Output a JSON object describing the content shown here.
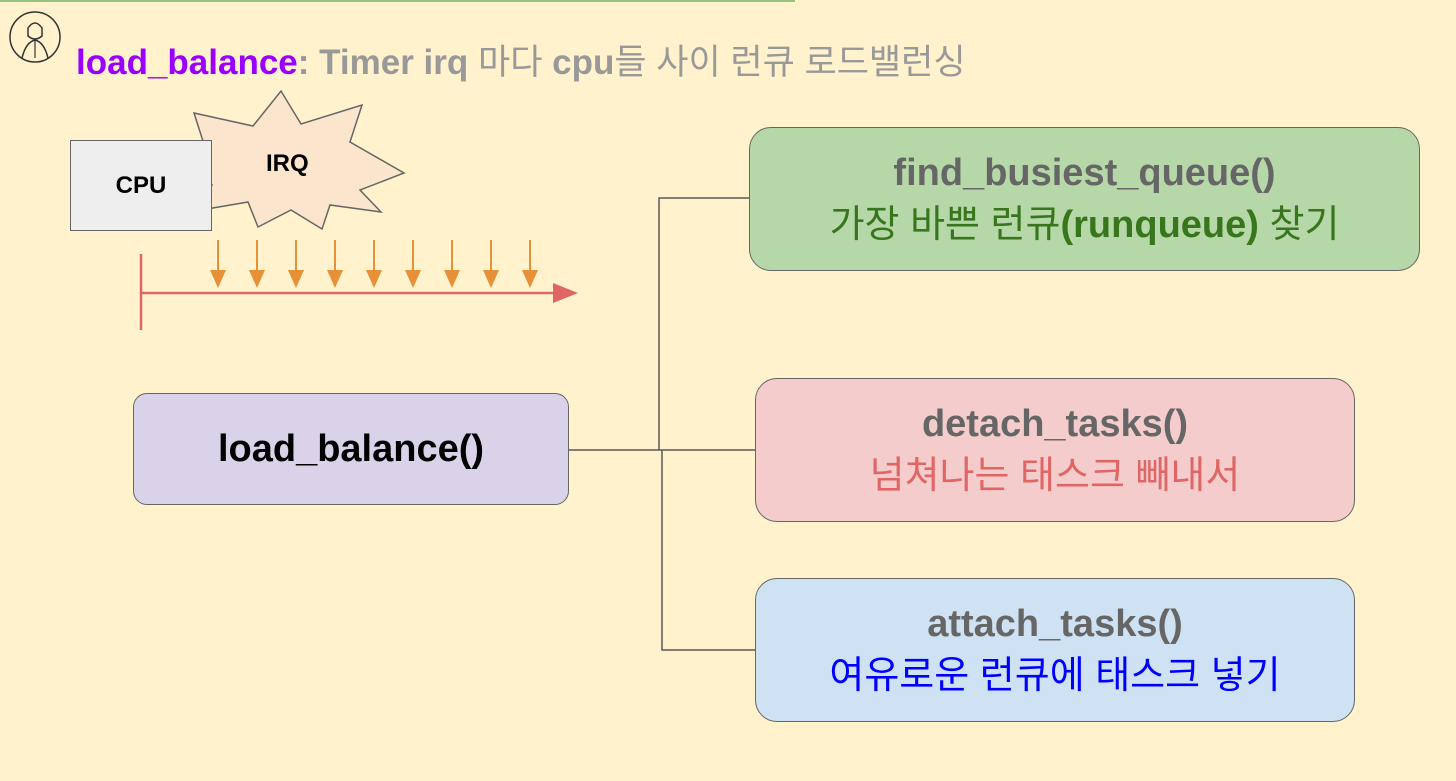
{
  "header": {
    "keyword": "load_balance",
    "colon": ":",
    "latin": " Timer irq ",
    "korean1": "마다",
    "latin2": " cpu",
    "korean2": "들 사이 런큐 로드밸런싱"
  },
  "cpu": {
    "label": "CPU"
  },
  "irq": {
    "label": "IRQ"
  },
  "timeline": {
    "tick_count": 9
  },
  "root": {
    "label": "load_balance()"
  },
  "nodes": {
    "find": {
      "fn": "find_busiest_queue()",
      "desc_pre": "가장 바쁜 런큐",
      "desc_bold": "(runqueue)",
      "desc_post": " 찾기"
    },
    "detach": {
      "fn": "detach_tasks()",
      "desc": "넘쳐나는 태스크 빼내서"
    },
    "attach": {
      "fn": "attach_tasks()",
      "desc": "여유로운 런큐에 태스크 넣기"
    }
  },
  "colors": {
    "background": "#fff2cc",
    "keyword": "#9900ff",
    "green_node": "#b6d7a8",
    "red_node": "#f4cccc",
    "blue_node": "#cfe2f3",
    "root_node": "#d9d2e9",
    "irq_burst": "#fce5cd",
    "tick_arrows": "#e69138",
    "timeline": "#e06666"
  }
}
